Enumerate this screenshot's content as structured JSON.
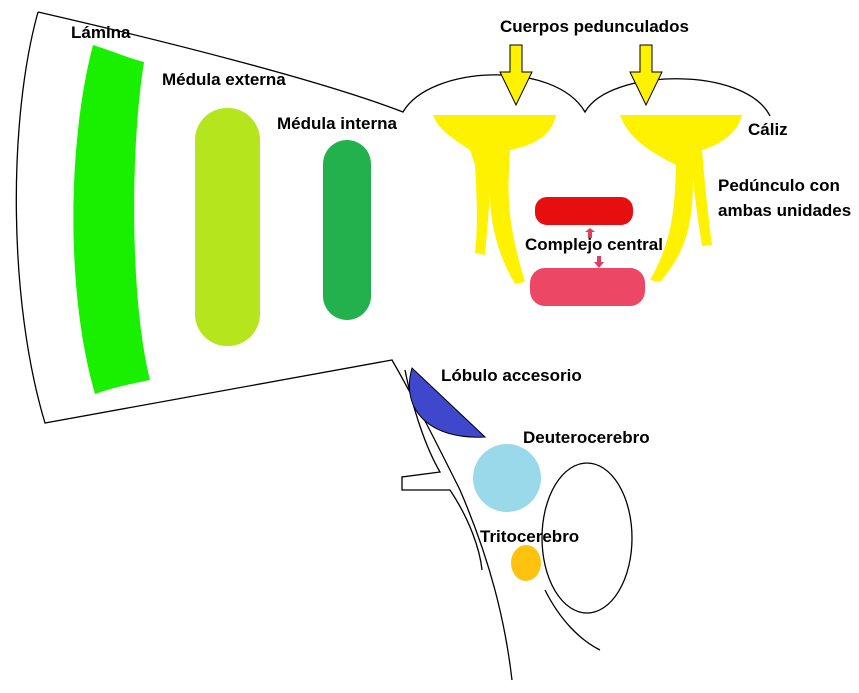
{
  "labels": {
    "lamina": "Lámina",
    "medula_externa": "Médula externa",
    "medula_interna": "Médula interna",
    "cuerpos_pedunculados": "Cuerpos pedunculados",
    "caliz": "Cáliz",
    "pedunculo_line1": "Pedúnculo con",
    "pedunculo_line2": "ambas unidades",
    "complejo_central": "Complejo central",
    "lobulo_accesorio": "Lóbulo accesorio",
    "deuterocerebro": "Deuterocerebro",
    "tritocerebro": "Tritocerebro"
  },
  "colors": {
    "lamina": "#19f000",
    "medula_externa": "#b5e61d",
    "medula_interna": "#22b14c",
    "mushroom_body": "#fff200",
    "central_upper": "#e60e0e",
    "central_lower": "#ed4766",
    "central_arrow": "#e0405e",
    "lobulo_accesorio": "#3f48cc",
    "deuterocerebro": "#99d9ea",
    "tritocerebro": "#ffc20e",
    "outline": "#000000"
  }
}
